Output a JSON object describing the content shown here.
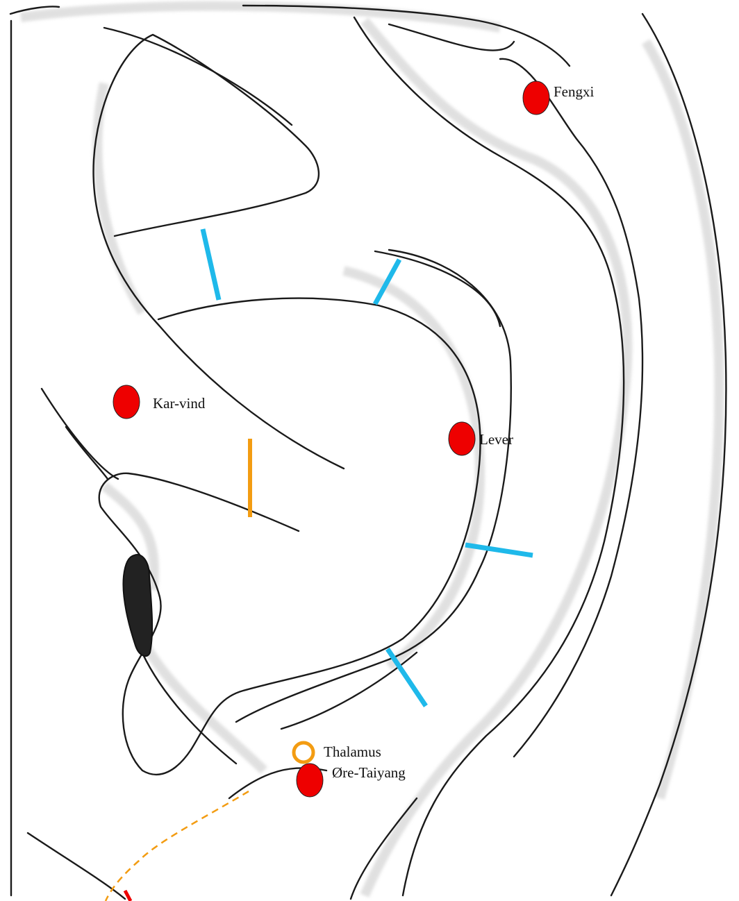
{
  "points": [
    {
      "id": "fengxi",
      "label": "Fengxi",
      "marker": "filled",
      "color": "#ee0000"
    },
    {
      "id": "kar-vind",
      "label": "Kar-vind",
      "marker": "filled",
      "color": "#ee0000"
    },
    {
      "id": "lever",
      "label": "Lever",
      "marker": "filled",
      "color": "#ee0000"
    },
    {
      "id": "thalamus",
      "label": "Thalamus",
      "marker": "ring",
      "color": "#f39c12"
    },
    {
      "id": "ore-taiyang",
      "label": "Øre-Taiyang",
      "marker": "filled",
      "color": "#ee0000"
    }
  ],
  "colors": {
    "outline": "#1a1a1a",
    "shading": "#bdbdbd",
    "divider_blue": "#1fb9ea",
    "divider_orange": "#f39c12",
    "marker_red": "#ee0000",
    "dashed_orange": "#f39c12"
  }
}
